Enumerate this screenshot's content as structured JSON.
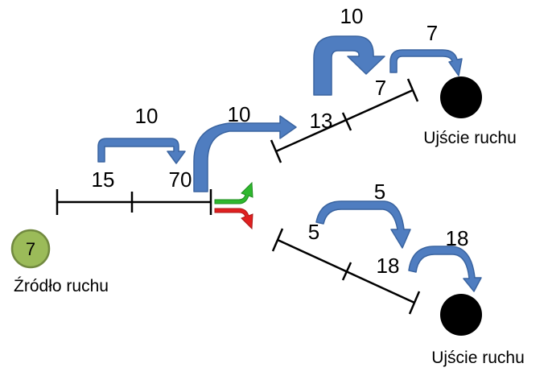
{
  "source": {
    "value": "7",
    "label": "Źródło ruchu",
    "color": "#9BBB59"
  },
  "sinks": [
    {
      "label": "Ujście ruchu"
    },
    {
      "label": "Ujście ruchu"
    }
  ],
  "main_road": {
    "segments": [
      "15",
      "70"
    ],
    "flow_between": "10",
    "flow_out": "10"
  },
  "upper_road": {
    "segments": [
      "13",
      "7"
    ],
    "flow_between": "10",
    "flow_out": "7"
  },
  "lower_road": {
    "segments": [
      "5",
      "18"
    ],
    "flow_between": "5",
    "flow_out": "18"
  },
  "colors": {
    "flow_arrow": "#4F7DC0",
    "turn_green": "#2EB82E",
    "turn_red": "#E02020",
    "sink": "#000000"
  }
}
